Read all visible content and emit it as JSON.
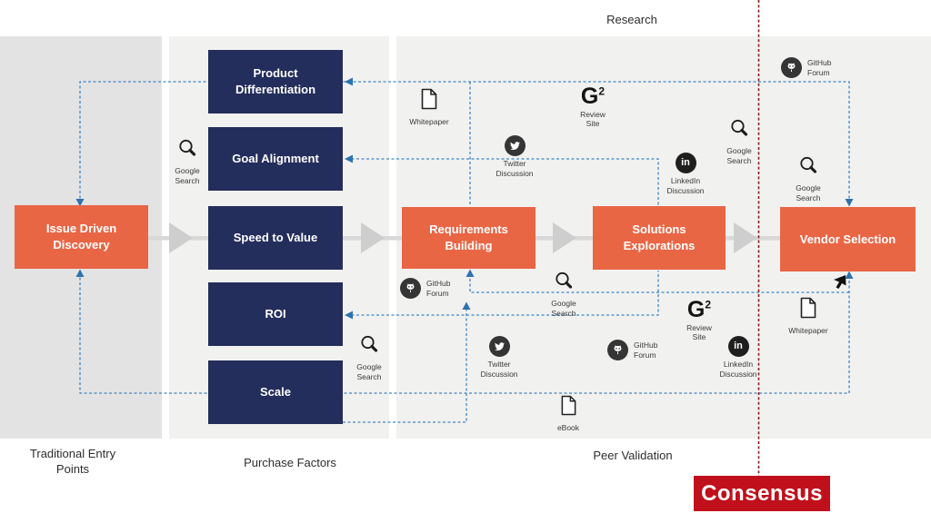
{
  "labels": {
    "research": "Research",
    "traditional_entry_points": "Traditional Entry\nPoints",
    "purchase_factors": "Purchase Factors",
    "peer_validation": "Peer Validation",
    "consensus": "Consensus"
  },
  "boxes": {
    "issue_driven_discovery": "Issue Driven\nDiscovery",
    "product_differentiation": "Product\nDifferentiation",
    "goal_alignment": "Goal Alignment",
    "speed_to_value": "Speed to Value",
    "roi": "ROI",
    "scale": "Scale",
    "requirements_building": "Requirements\nBuilding",
    "solutions_explorations": "Solutions\nExplorations",
    "vendor_selection": "Vendor Selection"
  },
  "icons": [
    {
      "type": "google-search",
      "label": "Google\nSearch"
    },
    {
      "type": "whitepaper",
      "label": "Whitepaper"
    },
    {
      "type": "twitter",
      "label": "Twitter\nDiscussion"
    },
    {
      "type": "review-site",
      "label": "Review\nSite"
    },
    {
      "type": "linkedin",
      "label": "LinkedIn\nDiscussion"
    },
    {
      "type": "google-search",
      "label": "Google\nSearch"
    },
    {
      "type": "google-search",
      "label": "Google\nSearch"
    },
    {
      "type": "github",
      "label": "GitHub\nForum"
    },
    {
      "type": "github",
      "label": "GitHub\nForum"
    },
    {
      "type": "google-search",
      "label": "Google\nSearch"
    },
    {
      "type": "review-site",
      "label": "Review\nSite"
    },
    {
      "type": "whitepaper",
      "label": "Whitepaper"
    },
    {
      "type": "google-search",
      "label": "Google\nSearch"
    },
    {
      "type": "twitter",
      "label": "Twitter\nDiscussion"
    },
    {
      "type": "github",
      "label": "GitHub\nForum"
    },
    {
      "type": "linkedin",
      "label": "LinkedIn\nDiscussion"
    },
    {
      "type": "ebook",
      "label": "eBook"
    }
  ],
  "colors": {
    "stage_orange": "#e96645",
    "factor_navy": "#242e5c",
    "consensus_red": "#c0101c",
    "connector_blue": "#4186c2",
    "consensus_line_red": "#8d1b15",
    "flow_gray": "#d6d6d6"
  }
}
